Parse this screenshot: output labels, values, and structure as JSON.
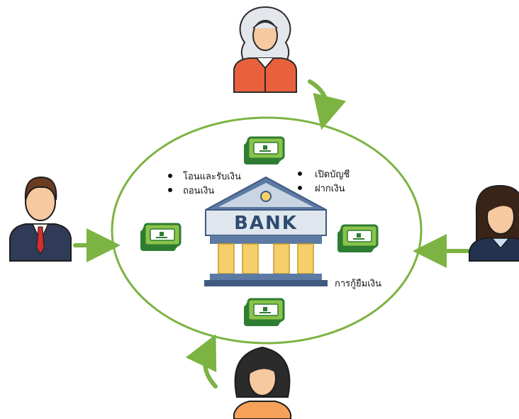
{
  "bank": {
    "sign": "BANK"
  },
  "services": {
    "left": [
      "โอนและรับเงิน",
      "ถอนเงิน"
    ],
    "right": [
      "เปิดบัญชี",
      "ฝากเงิน"
    ],
    "loan": "การกู้ยืมเงิน"
  },
  "colors": {
    "green": "#7cb342",
    "money_dark": "#2e7d32",
    "money_light": "#8bc34a",
    "bank_blue": "#5c7aa3",
    "bank_light": "#dfe6ee",
    "pillar": "#f6cf6a",
    "skin": "#f7c9a0"
  },
  "icons": {
    "people": [
      "judge-icon",
      "businessman-icon",
      "woman-icon",
      "woman-long-hair-icon"
    ],
    "money": "banknote-icon",
    "bank": "bank-building-icon"
  }
}
